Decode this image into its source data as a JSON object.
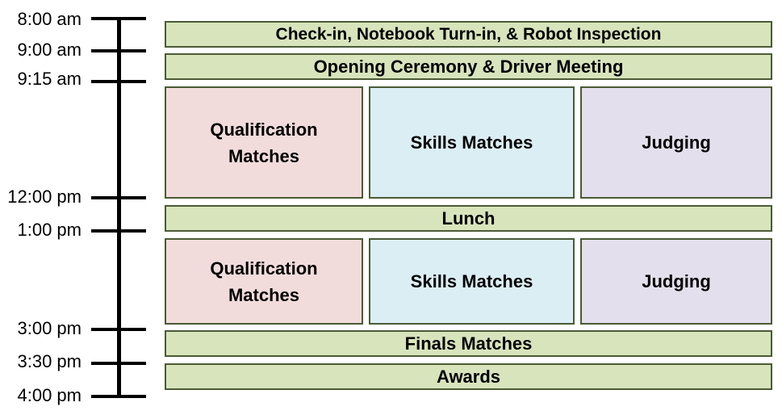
{
  "timeline": {
    "times": [
      "8:00 am",
      "9:00 am",
      "9:15 am",
      "12:00 pm",
      "1:00 pm",
      "3:00 pm",
      "3:30 pm",
      "4:00 pm"
    ]
  },
  "schedule": {
    "checkin": "Check-in, Notebook Turn-in, & Robot Inspection",
    "opening": "Opening Ceremony & Driver Meeting",
    "morning": {
      "qualification": "Qualification Matches",
      "skills": "Skills Matches",
      "judging": "Judging"
    },
    "lunch": "Lunch",
    "afternoon": {
      "qualification": "Qualification Matches",
      "skills": "Skills Matches",
      "judging": "Judging"
    },
    "finals": "Finals Matches",
    "awards": "Awards"
  },
  "colors": {
    "general": "#d8e4bc",
    "qualification": "#f2dcdb",
    "skills": "#dbeef4",
    "judging": "#e4dfec",
    "border": "#4b5a35"
  }
}
